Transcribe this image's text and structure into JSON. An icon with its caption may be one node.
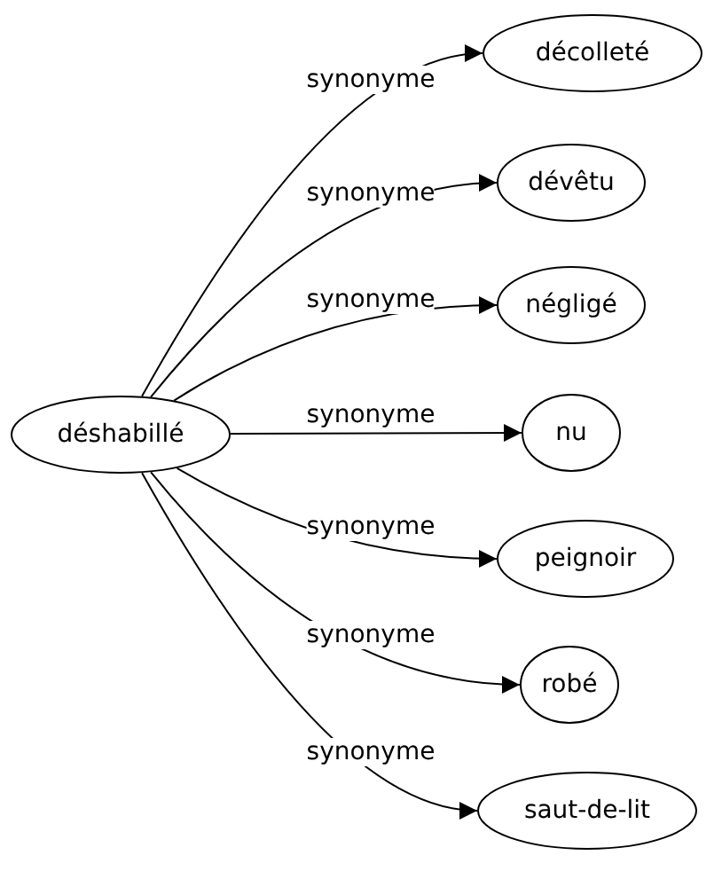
{
  "diagram": {
    "nodes": [
      {
        "text": [
          "déshabillé"
        ]
      },
      {
        "text": [
          "décolleté"
        ]
      },
      {
        "text": [
          "dévêtu"
        ]
      },
      {
        "text": [
          "négligé"
        ]
      },
      {
        "text": [
          "nu"
        ]
      },
      {
        "text": [
          "peignoir"
        ]
      },
      {
        "text": [
          "robé"
        ]
      },
      {
        "text": [
          "saut-de-lit"
        ]
      }
    ],
    "edges": [
      {
        "from": 0,
        "to": 1,
        "arrow": "to",
        "label": "synonyme"
      },
      {
        "from": 0,
        "to": 2,
        "arrow": "to",
        "label": "synonyme"
      },
      {
        "from": 0,
        "to": 3,
        "arrow": "to",
        "label": "synonyme"
      },
      {
        "from": 0,
        "to": 4,
        "arrow": "to",
        "label": "synonyme"
      },
      {
        "from": 0,
        "to": 5,
        "arrow": "to",
        "label": "synonyme"
      },
      {
        "from": 0,
        "to": 6,
        "arrow": "to",
        "label": "synonyme"
      },
      {
        "from": 0,
        "to": 7,
        "arrow": "to",
        "label": "synonyme"
      }
    ]
  }
}
